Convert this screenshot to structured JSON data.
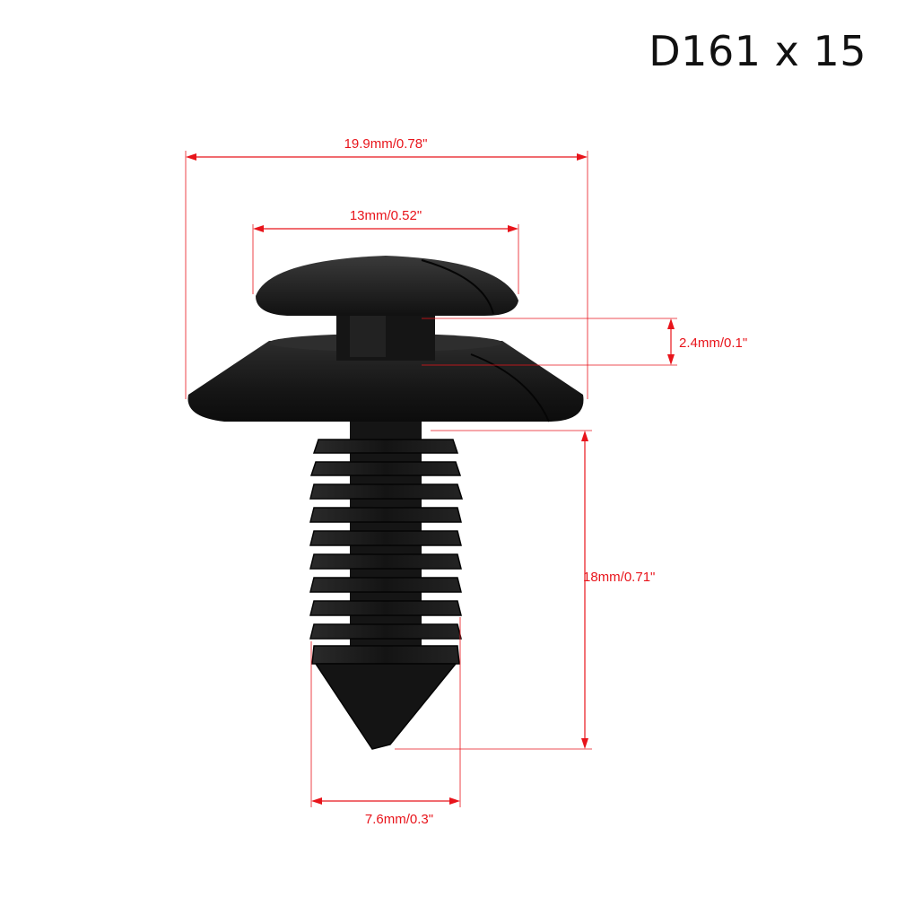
{
  "title": "D161 x 15",
  "dimensions": {
    "overall_flange_width": "19.9mm/0.78\"",
    "cap_width": "13mm/0.52\"",
    "gap_height": "2.4mm/0.1\"",
    "shank_length": "18mm/0.71\"",
    "shank_width": "7.6mm/0.3\""
  },
  "colors": {
    "dimension": "#e8141b",
    "part": "#151515"
  }
}
